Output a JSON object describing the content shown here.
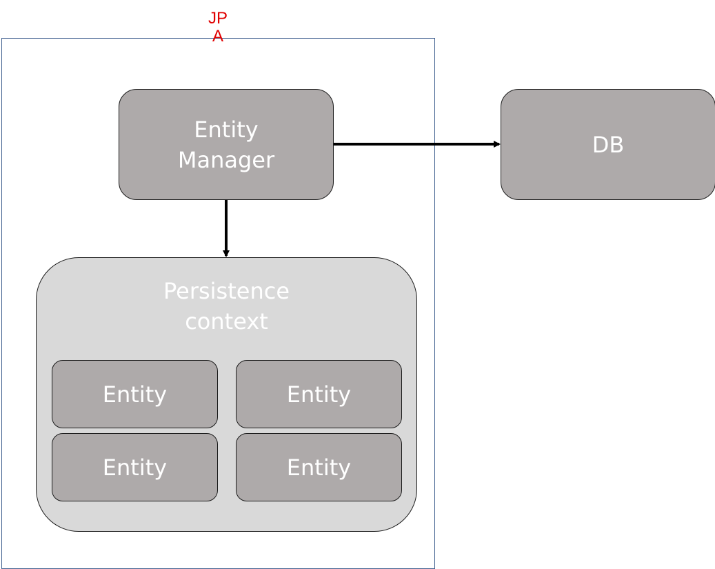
{
  "diagram": {
    "frame": {
      "label": "JPA",
      "label_color": "#e00000",
      "border_color": "#3f5f8f"
    },
    "nodes": {
      "entity_manager": {
        "label_line1": "Entity",
        "label_line2": "Manager"
      },
      "db": {
        "label": "DB"
      },
      "persistence_context": {
        "label_line1": "Persistence",
        "label_line2": "context",
        "entities": [
          "Entity",
          "Entity",
          "Entity",
          "Entity"
        ]
      }
    },
    "edges": [
      {
        "from": "entity_manager",
        "to": "db"
      },
      {
        "from": "entity_manager",
        "to": "persistence_context"
      }
    ],
    "colors": {
      "box_fill": "#aeaaaa",
      "context_fill": "#d9d9d9",
      "text": "#ffffff"
    }
  }
}
